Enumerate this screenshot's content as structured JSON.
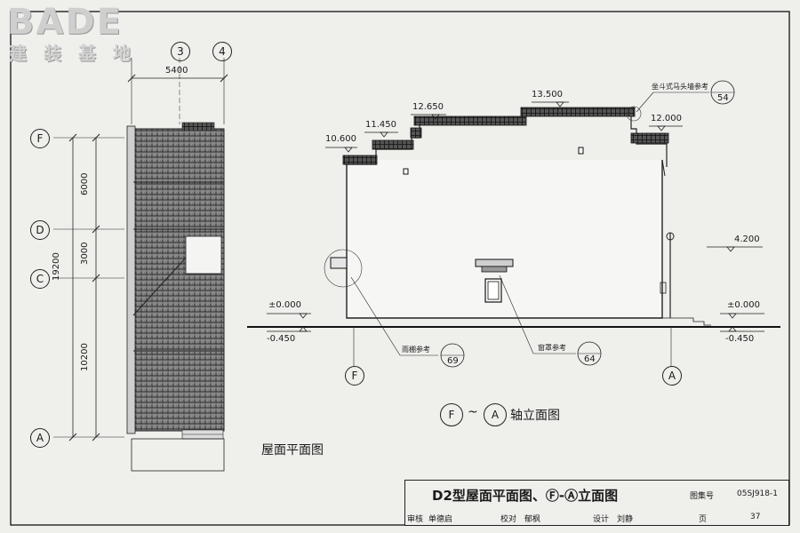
{
  "logo": {
    "brand": "BADE",
    "subtitle": "建 装 基 地"
  },
  "plan": {
    "title": "屋面平面图",
    "axes_vertical": [
      "F",
      "D",
      "C",
      "A"
    ],
    "axes_horizontal": [
      "3",
      "4"
    ],
    "dimensions": {
      "width": "5400",
      "total": "19200",
      "seg1": "6000",
      "seg2": "3000",
      "seg3": "10200"
    }
  },
  "elevation": {
    "title": "轴立面图",
    "title_axis_start": "F",
    "title_axis_end": "A",
    "title_tilde": "~",
    "levels": [
      "10.600",
      "11.450",
      "12.650",
      "13.500",
      "12.000",
      "4.200",
      "±0.000",
      "-0.450",
      "±0.000",
      "-0.450"
    ],
    "axis_left": "F",
    "axis_right": "A",
    "callouts": [
      {
        "text": "坐斗式马头墙参考",
        "num": "54"
      },
      {
        "text": "雨棚参考",
        "num": "69"
      },
      {
        "text": "窗罩参考",
        "num": "64"
      }
    ]
  },
  "title_block": {
    "drawing_title": "D2型屋面平面图、Ⓕ-Ⓐ立面图",
    "atlas_label": "图集号",
    "atlas_no": "05SJ918-1",
    "review_label": "审核",
    "reviewer": "单德启",
    "check_label": "校对",
    "checker": "郁枫",
    "design_label": "设计",
    "designer": "刘静",
    "page_label": "页",
    "page_no": "37"
  }
}
